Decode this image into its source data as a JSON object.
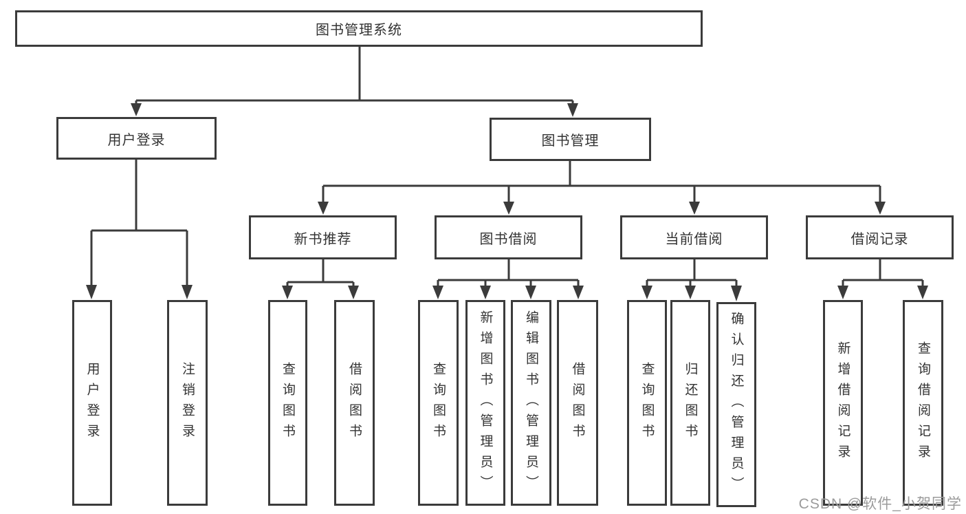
{
  "tree": {
    "root": {
      "label": "图书管理系统",
      "children": [
        {
          "label": "用户登录",
          "children": [
            {
              "label": "用户登录"
            },
            {
              "label": "注销登录"
            }
          ]
        },
        {
          "label": "图书管理",
          "children": [
            {
              "label": "新书推荐",
              "children": [
                {
                  "label": "查询图书"
                },
                {
                  "label": "借阅图书"
                }
              ]
            },
            {
              "label": "图书借阅",
              "children": [
                {
                  "label": "查询图书"
                },
                {
                  "label": "新增图书（管理员）"
                },
                {
                  "label": "编辑图书（管理员）"
                },
                {
                  "label": "借阅图书"
                }
              ]
            },
            {
              "label": "当前借阅",
              "children": [
                {
                  "label": "查询图书"
                },
                {
                  "label": "归还图书"
                },
                {
                  "label": "确认归还（管理员）"
                }
              ]
            },
            {
              "label": "借阅记录",
              "children": [
                {
                  "label": "新增借阅记录"
                },
                {
                  "label": "查询借阅记录"
                }
              ]
            }
          ]
        }
      ]
    }
  },
  "watermark": "CSDN @软件_小贺同学",
  "colors": {
    "line": "#3b3b3b",
    "box_border": "#3b3b3b",
    "text": "#333333",
    "watermark_text": "#9b9b9b",
    "background": "#ffffff"
  }
}
